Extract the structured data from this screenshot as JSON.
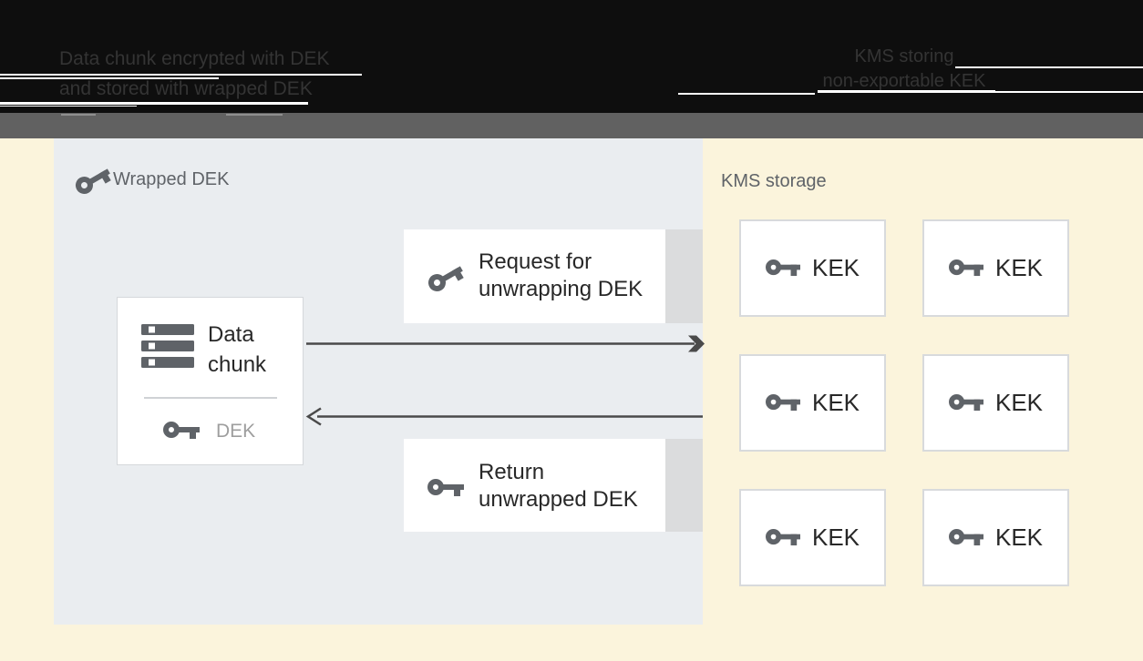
{
  "header": {
    "left_caption": {
      "line1": "Data chunk encrypted with DEK",
      "line2": "and stored with wrapped DEK"
    },
    "right_caption": {
      "line1": "KMS storing",
      "line2": "non-exportable KEK"
    }
  },
  "diagram": {
    "wrapped_dek_panel": {
      "label": "Wrapped DEK",
      "icon": "key-tilted-icon"
    },
    "data_chunk": {
      "icon": "data-stack-icon",
      "line1": "Data",
      "line2": "chunk",
      "key_icon": "key-icon",
      "key_label": "DEK"
    },
    "request_box": {
      "icon": "key-tilted-icon",
      "line1": "Request for",
      "line2": "unwrapping DEK"
    },
    "return_box": {
      "icon": "key-icon",
      "line1": "Return",
      "line2": "unwrapped DEK"
    },
    "arrows": [
      {
        "name": "request-arrow",
        "direction": "right"
      },
      {
        "name": "return-arrow",
        "direction": "left"
      }
    ],
    "kms_storage": {
      "label": "KMS storage",
      "keks": [
        {
          "label": "KEK"
        },
        {
          "label": "KEK"
        },
        {
          "label": "KEK"
        },
        {
          "label": "KEK"
        },
        {
          "label": "KEK"
        },
        {
          "label": "KEK"
        }
      ]
    }
  },
  "colors": {
    "header_bg": "#0E0E0E",
    "header_text": "#343434",
    "band_gray": "#616161",
    "canvas_yellow": "#FBF4DC",
    "panel_blue_gray": "#EAEDF0",
    "box_side_gray": "#DBDCDD",
    "icon_gray": "#5F6368",
    "text_dark": "#282828",
    "text_muted": "#9E9E9E",
    "arrow_gray": "#4A4A4A"
  }
}
